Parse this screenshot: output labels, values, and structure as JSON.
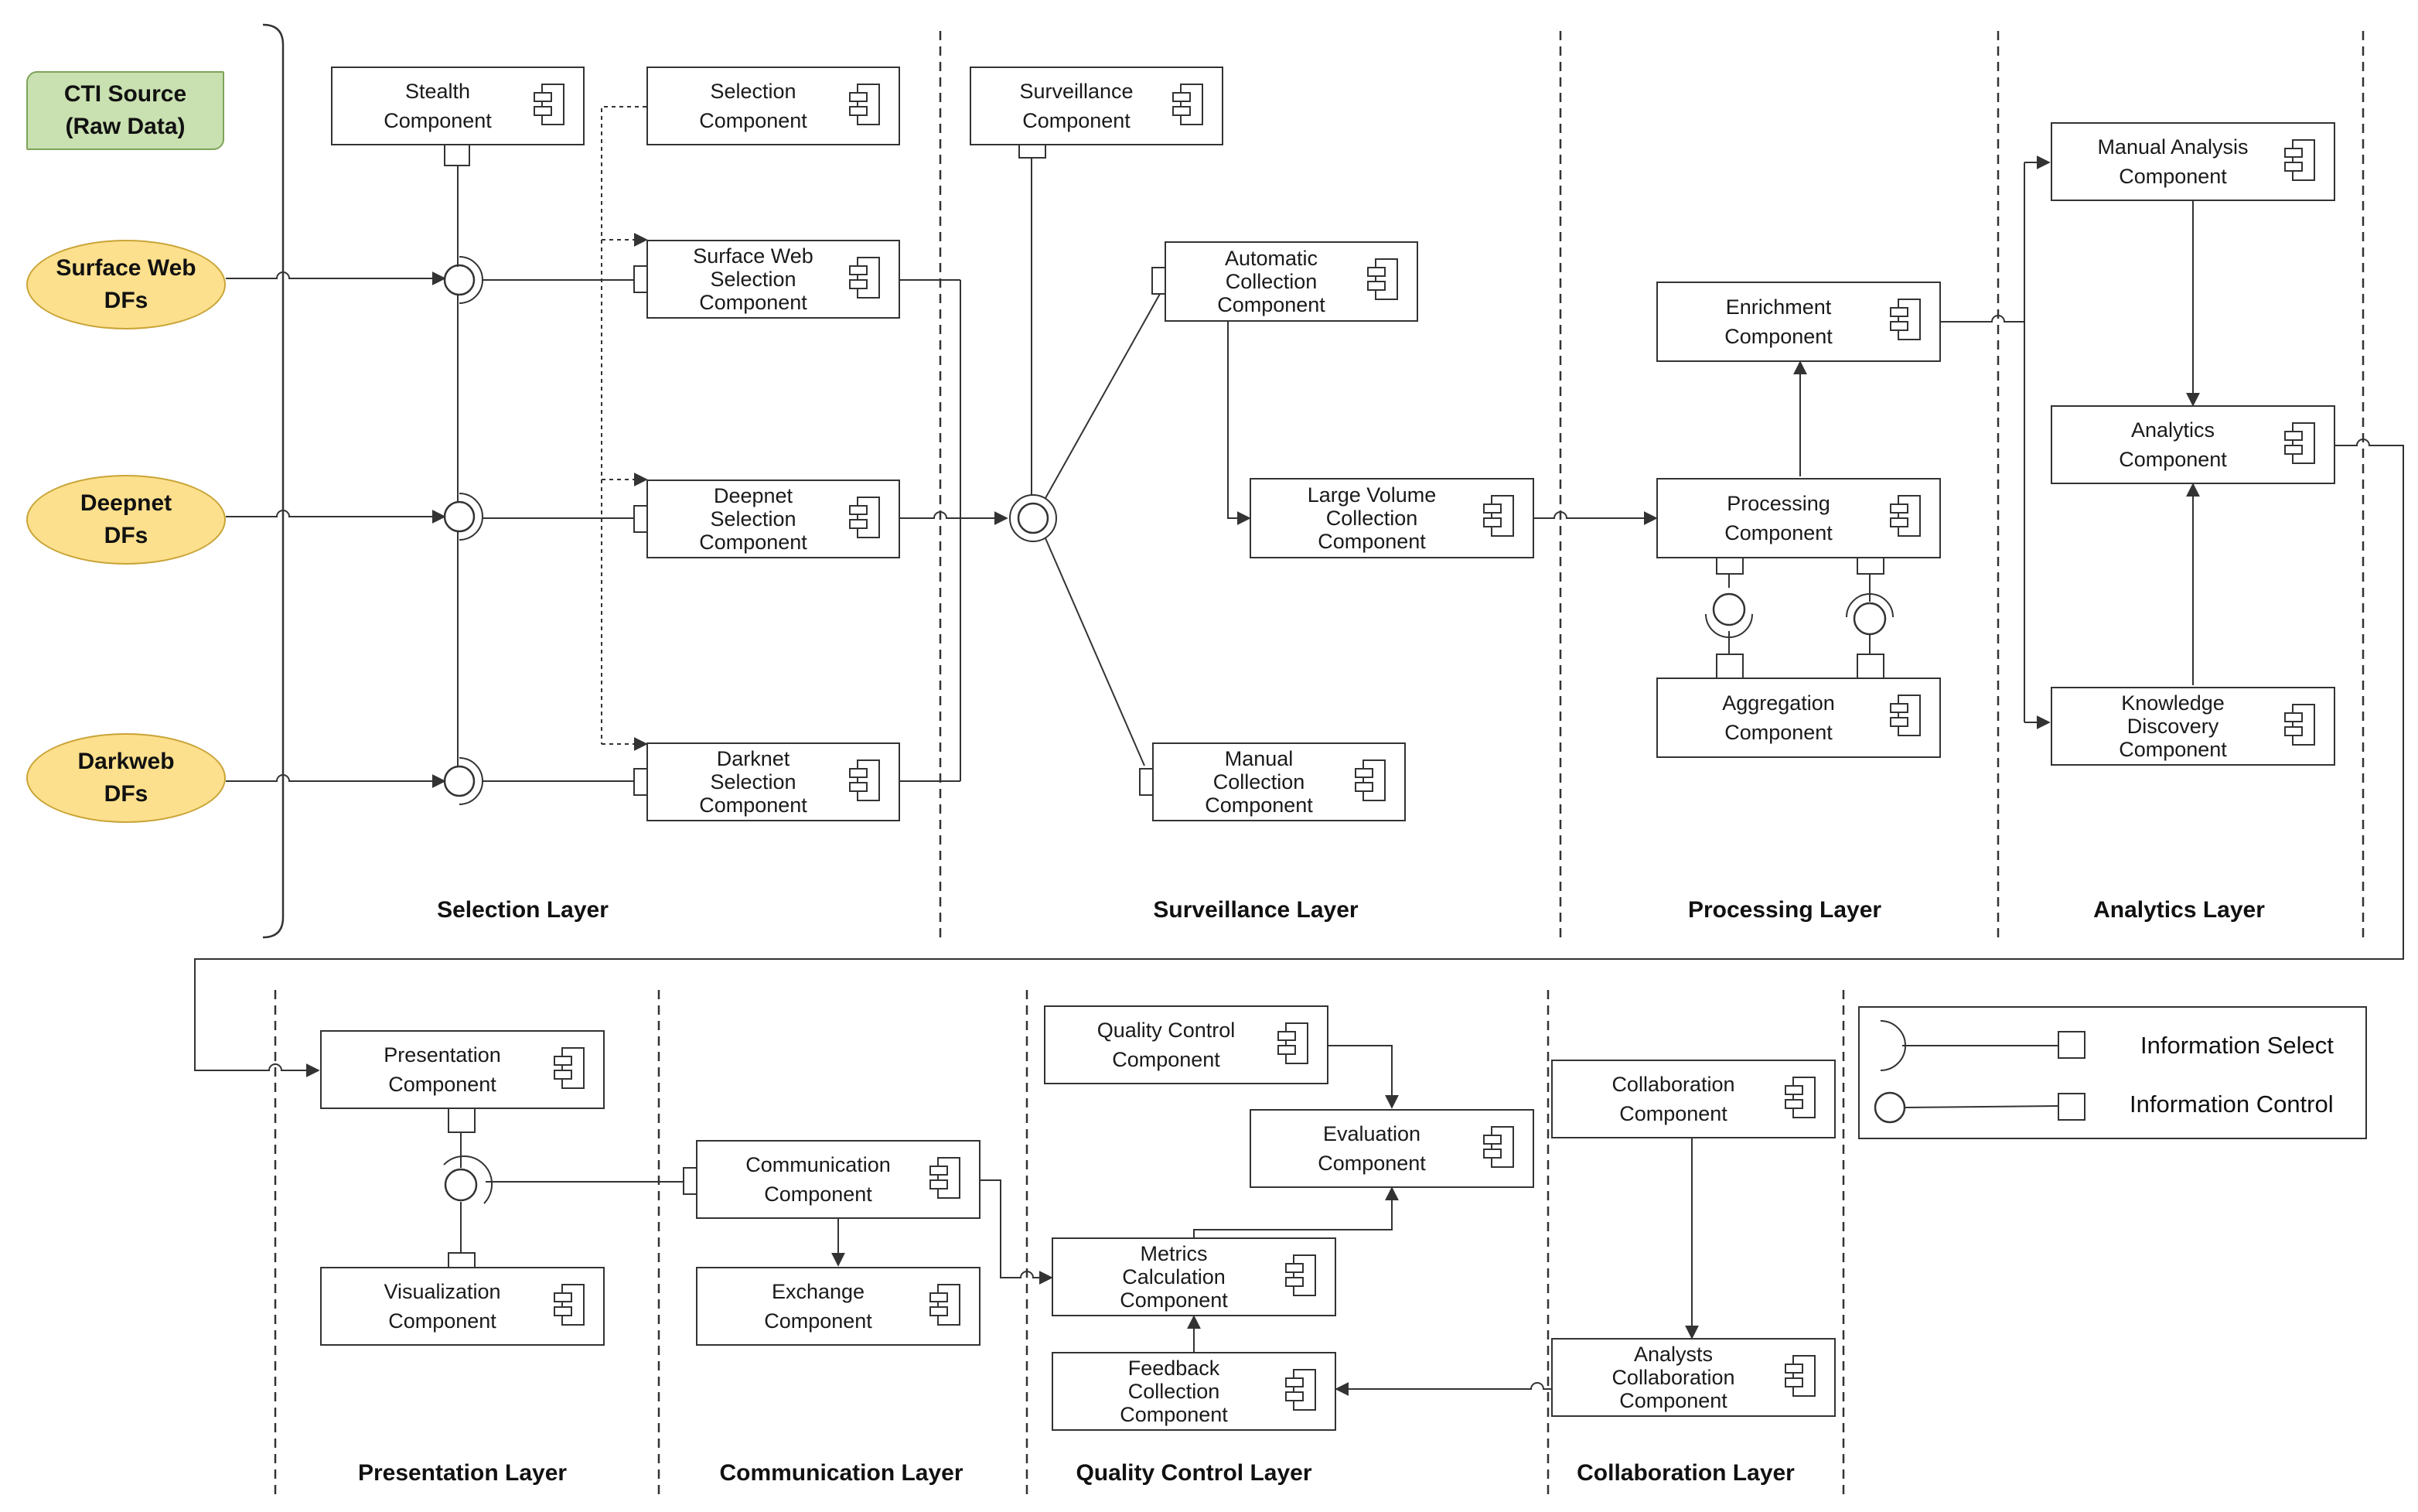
{
  "sources": {
    "cti": {
      "line1": "CTI Source",
      "line2": "(Raw Data)"
    },
    "surface": {
      "line1": "Surface Web",
      "line2": "DFs"
    },
    "deep": {
      "line1": "Deepnet",
      "line2": "DFs"
    },
    "dark": {
      "line1": "Darkweb",
      "line2": "DFs"
    }
  },
  "components": {
    "stealth": {
      "line1": "Stealth",
      "line2": "Component"
    },
    "selection": {
      "line1": "Selection",
      "line2": "Component"
    },
    "surface_sel": {
      "line1": "Surface Web",
      "line2": "Selection",
      "line3": "Component"
    },
    "deepnet_sel": {
      "line1": "Deepnet",
      "line2": "Selection",
      "line3": "Component"
    },
    "darknet_sel": {
      "line1": "Darknet",
      "line2": "Selection",
      "line3": "Component"
    },
    "surveillance": {
      "line1": "Surveillance",
      "line2": "Component"
    },
    "automatic": {
      "line1": "Automatic",
      "line2": "Collection",
      "line3": "Component"
    },
    "large_volume": {
      "line1": "Large Volume",
      "line2": "Collection",
      "line3": "Component"
    },
    "manual_coll": {
      "line1": "Manual",
      "line2": "Collection",
      "line3": "Component"
    },
    "enrichment": {
      "line1": "Enrichment",
      "line2": "Component"
    },
    "processing": {
      "line1": "Processing",
      "line2": "Component"
    },
    "aggregation": {
      "line1": "Aggregation",
      "line2": "Component"
    },
    "manual_analysis": {
      "line1": "Manual Analysis",
      "line2": "Component"
    },
    "analytics": {
      "line1": "Analytics",
      "line2": "Component"
    },
    "knowledge": {
      "line1": "Knowledge",
      "line2": "Discovery",
      "line3": "Component"
    },
    "presentation": {
      "line1": "Presentation",
      "line2": "Component"
    },
    "visualization": {
      "line1": "Visualization",
      "line2": "Component"
    },
    "communication": {
      "line1": "Communication",
      "line2": "Component"
    },
    "exchange": {
      "line1": "Exchange",
      "line2": "Component"
    },
    "quality_control": {
      "line1": "Quality Control",
      "line2": "Component"
    },
    "evaluation": {
      "line1": "Evaluation",
      "line2": "Component"
    },
    "metrics": {
      "line1": "Metrics",
      "line2": "Calculation",
      "line3": "Component"
    },
    "feedback": {
      "line1": "Feedback",
      "line2": "Collection",
      "line3": "Component"
    },
    "collaboration": {
      "line1": "Collaboration",
      "line2": "Component"
    },
    "analysts_collab": {
      "line1": "Analysts",
      "line2": "Collaboration",
      "line3": "Component"
    }
  },
  "layers": {
    "selection": "Selection Layer",
    "surveillance": "Surveillance Layer",
    "processing": "Processing Layer",
    "analytics": "Analytics Layer",
    "presentation": "Presentation Layer",
    "communication": "Communication Layer",
    "quality_control": "Quality Control Layer",
    "collaboration": "Collaboration Layer"
  },
  "legend": {
    "select": "Information Select",
    "control": "Information Control"
  },
  "colors": {
    "source_fill": "#fde08d",
    "cti_fill": "#c9e0b0",
    "line": "#333333"
  }
}
